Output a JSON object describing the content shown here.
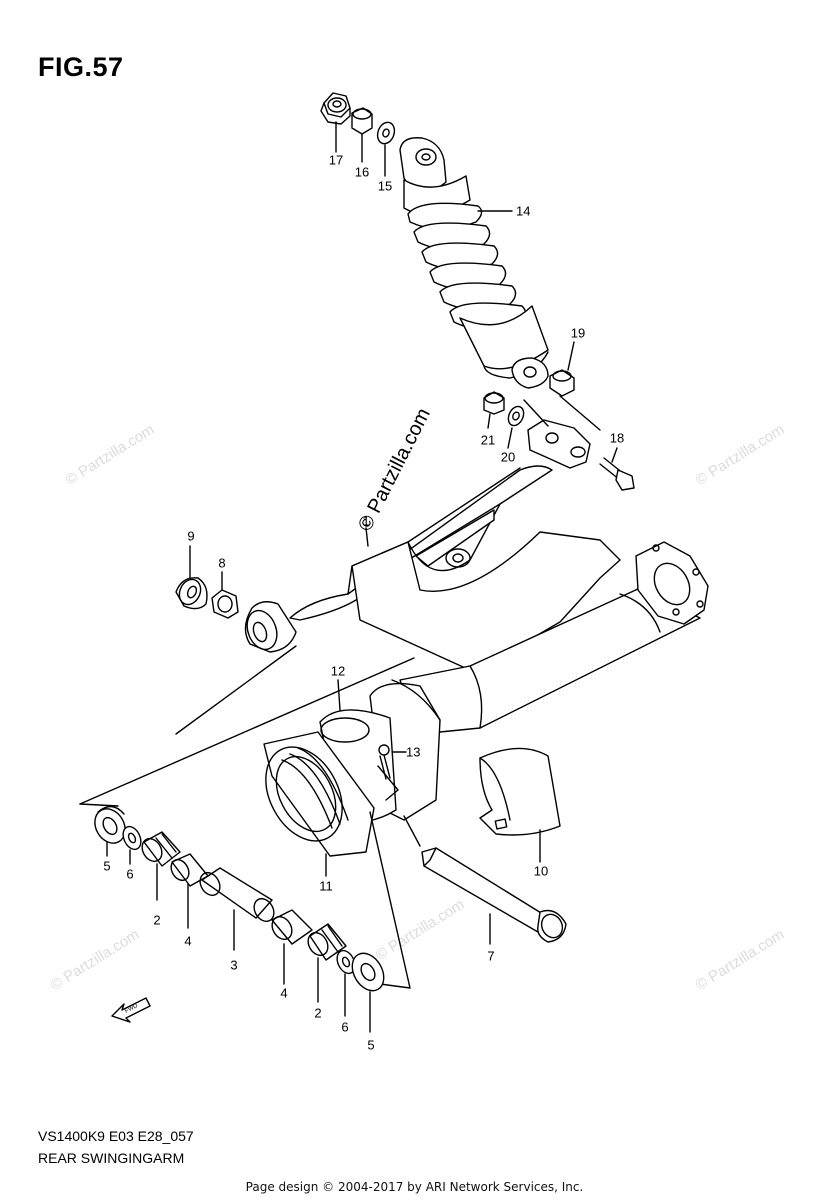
{
  "figure": {
    "title": "FIG.57",
    "code": "VS1400K9 E03 E28_057",
    "caption": "REAR SWINGINGARM",
    "footer": "Page design © 2004-2017 by ARI Network Services, Inc."
  },
  "watermark": {
    "center": "© Partzilla.com",
    "tile": "© Partzilla.com"
  },
  "callouts": {
    "c17": "17",
    "c16": "16",
    "c15": "15",
    "c14": "14",
    "c19": "19",
    "c21": "21",
    "c20": "20",
    "c18": "18",
    "c1": "1",
    "c9": "9",
    "c8": "8",
    "c12": "12",
    "c13": "13",
    "c10": "10",
    "c11": "11",
    "c5a": "5",
    "c6a": "6",
    "c2a": "2",
    "c4a": "4",
    "c3": "3",
    "c4b": "4",
    "c2b": "2",
    "c6b": "6",
    "c5b": "5",
    "c7": "7"
  },
  "icons": {
    "fwd": "fwd-arrow-icon"
  },
  "colors": {
    "line": "#000000",
    "watermark": "#dcdcdc",
    "background": "#ffffff"
  }
}
